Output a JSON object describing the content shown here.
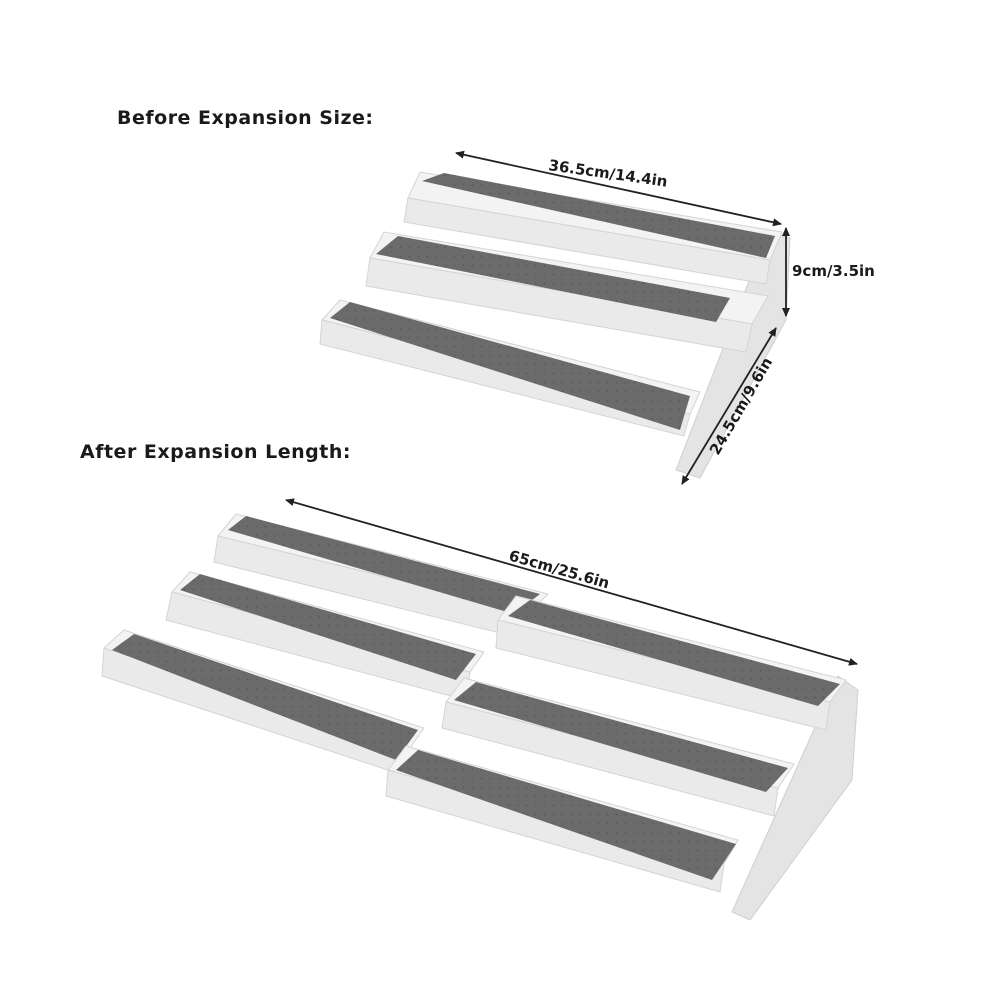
{
  "headings": {
    "before": "Before Expansion Size:",
    "after": "After Expansion Length:"
  },
  "dimensions": {
    "before_width": "36.5cm/14.4in",
    "before_height": "9cm/3.5in",
    "before_depth": "24.5cm/9.6in",
    "after_width": "65cm/25.6in"
  },
  "colors": {
    "shelf_body": "#f2f2f2",
    "shelf_edge": "#d6d6d6",
    "mat": "#6b6b6b",
    "mat_dots": "#5a5a5a",
    "arrow": "#222222"
  }
}
